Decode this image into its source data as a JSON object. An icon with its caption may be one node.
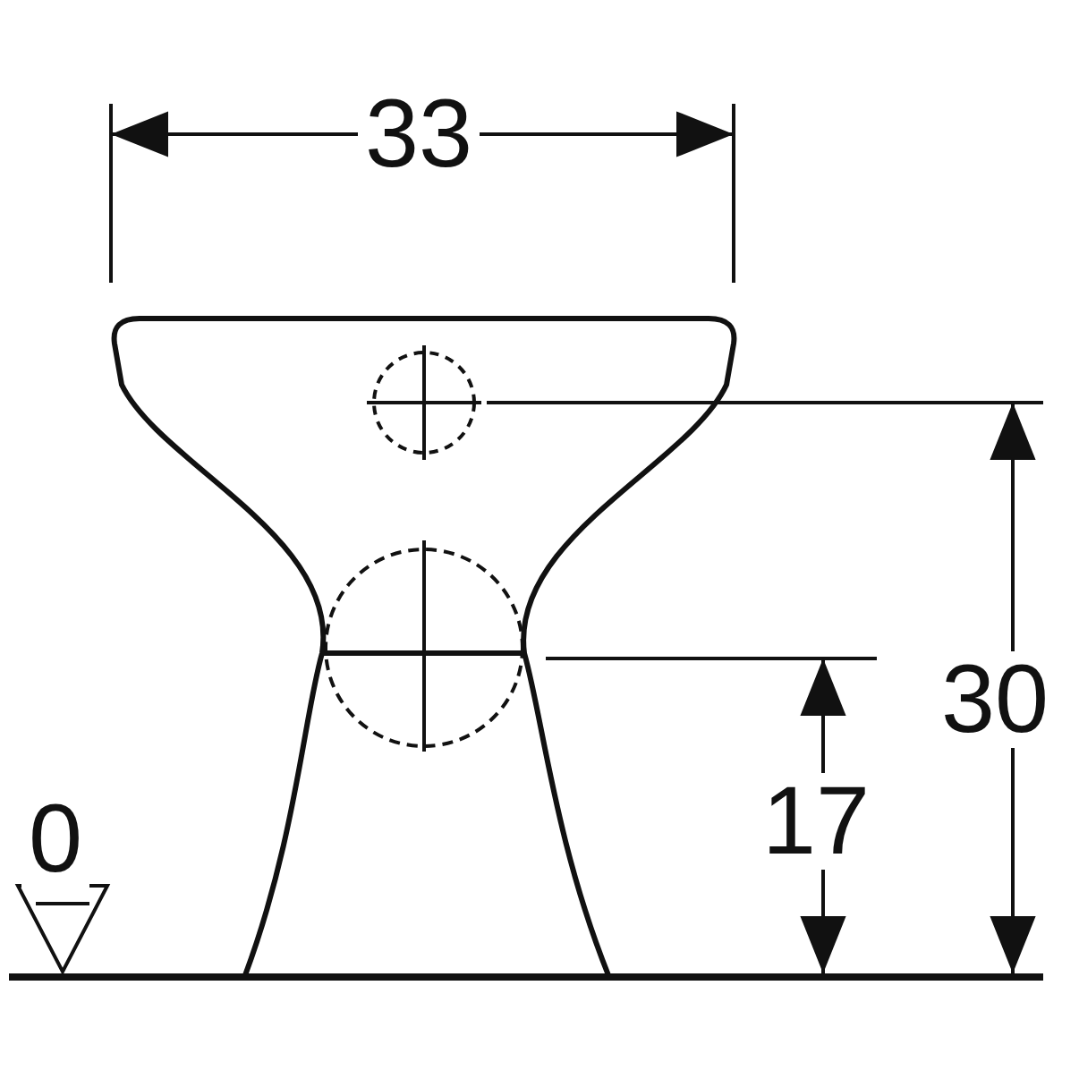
{
  "diagram": {
    "labels": [
      "33",
      "30",
      "17",
      "0"
    ]
  }
}
